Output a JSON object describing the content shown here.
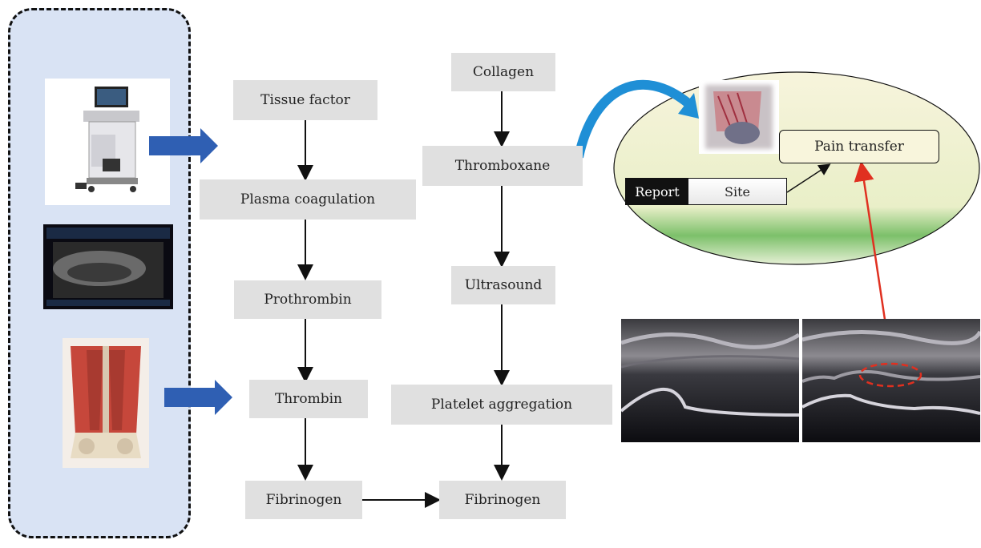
{
  "boxes": {
    "tissue_factor": "Tissue factor",
    "plasma_coagulation": "Plasma coagulation",
    "prothrombin": "Prothrombin",
    "thrombin": "Thrombin",
    "fibrinogen_left": "Fibrinogen",
    "collagen": "Collagen",
    "thromboxane": "Thromboxane",
    "ultrasound": "Ultrasound",
    "platelet_aggregation": "Platelet aggregation",
    "fibrinogen_right": "Fibrinogen"
  },
  "callout": {
    "pain_transfer": "Pain transfer",
    "report": "Report",
    "site": "Site"
  },
  "icons": [
    "ultrasound-machine-icon",
    "ultrasound-scan-icon",
    "anatomy-muscle-icon",
    "spine-image-icon"
  ],
  "colors": {
    "panel": "#d9e3f4",
    "box": "#e0e0e0",
    "blue_arrow": "#2f5fb3",
    "red_arrow": "#e03020"
  }
}
